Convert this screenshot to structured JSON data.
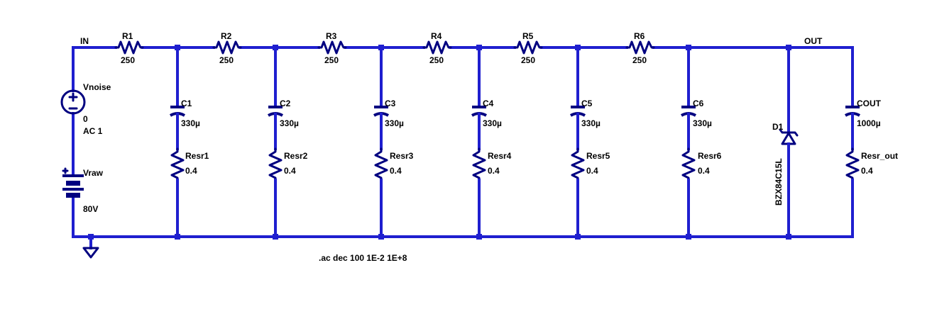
{
  "net_labels": {
    "in": "IN",
    "out": "OUT"
  },
  "series_resistors": [
    {
      "name": "R1",
      "value": "250"
    },
    {
      "name": "R2",
      "value": "250"
    },
    {
      "name": "R3",
      "value": "250"
    },
    {
      "name": "R4",
      "value": "250"
    },
    {
      "name": "R5",
      "value": "250"
    },
    {
      "name": "R6",
      "value": "250"
    }
  ],
  "shunt_branches": [
    {
      "cap": "C1",
      "cap_value": "330µ",
      "esr": "Resr1",
      "esr_value": "0.4"
    },
    {
      "cap": "C2",
      "cap_value": "330µ",
      "esr": "Resr2",
      "esr_value": "0.4"
    },
    {
      "cap": "C3",
      "cap_value": "330µ",
      "esr": "Resr3",
      "esr_value": "0.4"
    },
    {
      "cap": "C4",
      "cap_value": "330µ",
      "esr": "Resr4",
      "esr_value": "0.4"
    },
    {
      "cap": "C5",
      "cap_value": "330µ",
      "esr": "Resr5",
      "esr_value": "0.4"
    },
    {
      "cap": "C6",
      "cap_value": "330µ",
      "esr": "Resr6",
      "esr_value": "0.4"
    }
  ],
  "output_branch": {
    "cap": "COUT",
    "cap_value": "1000µ",
    "esr": "Resr_out",
    "esr_value": "0.4"
  },
  "sources": {
    "noise": {
      "name": "Vnoise",
      "dc": "0",
      "ac": "AC 1"
    },
    "raw": {
      "name": "Vraw",
      "value": "80V"
    }
  },
  "diode": {
    "name": "D1",
    "part": "BZX84C15L"
  },
  "directive": ".ac dec 100 1E-2 1E+8",
  "colors": {
    "wire": "#1f1fcf",
    "component": "#000080",
    "text": "#000000"
  }
}
